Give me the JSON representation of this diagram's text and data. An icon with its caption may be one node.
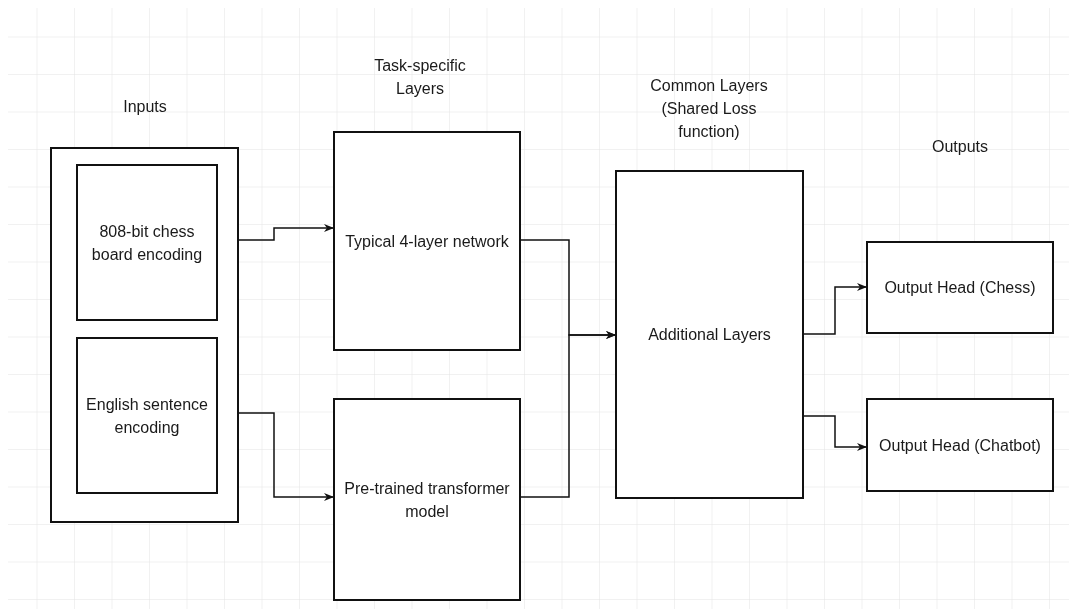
{
  "diagram": {
    "nodes": [
      {
        "text": [],
        "shape": "box"
      },
      {
        "text": [
          "808-bit chess board encoding"
        ],
        "in": 0
      },
      {
        "text": [
          "English sentence encoding"
        ],
        "in": 0
      },
      {
        "text": [
          "Typical 4-layer network"
        ]
      },
      {
        "text": [
          "Pre-trained transformer model"
        ]
      },
      {
        "text": [
          "Additional Layers"
        ]
      },
      {
        "text": [
          "Output Head (Chess)"
        ]
      },
      {
        "text": [
          "Output Head (Chatbot)"
        ]
      }
    ],
    "edges": [
      {
        "from": 1,
        "to": 3,
        "arrow": "to"
      },
      {
        "from": 2,
        "to": 4,
        "arrow": "to"
      },
      {
        "from": 3,
        "to": 5,
        "arrow": "to"
      },
      {
        "from": 4,
        "to": 5,
        "arrow": "to"
      },
      {
        "from": 5,
        "to": 6,
        "arrow": "to"
      },
      {
        "from": 5,
        "to": 7,
        "arrow": "to"
      }
    ],
    "labels": [
      "Task-specific Layers",
      "Inputs",
      "Common Layers (Shared Loss function)",
      "Outputs"
    ]
  }
}
